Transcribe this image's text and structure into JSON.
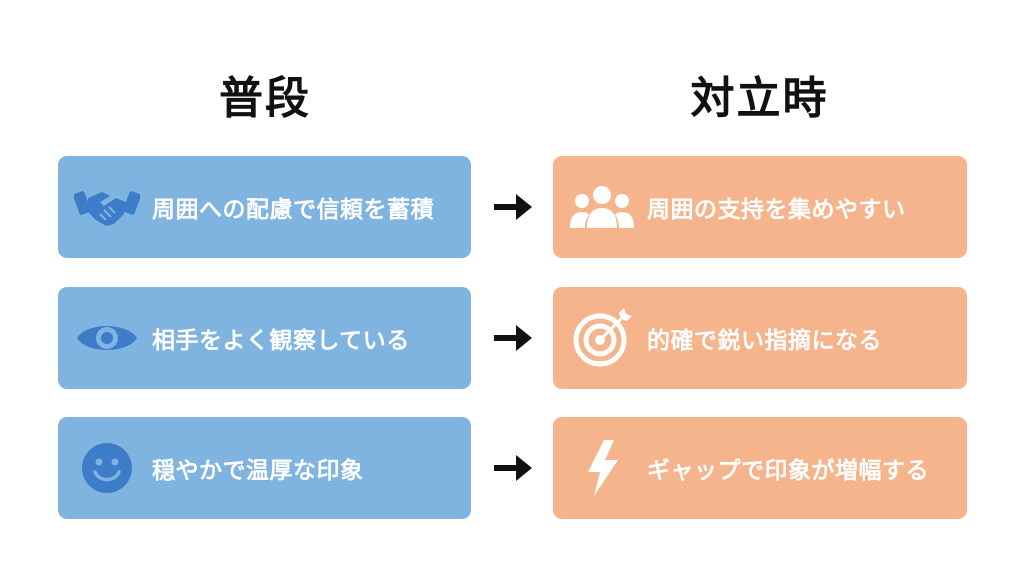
{
  "headings": {
    "left": "普段",
    "right": "対立時"
  },
  "rows": [
    {
      "left": {
        "icon": "handshake-icon",
        "label": "周囲への配慮で信頼を蓄積"
      },
      "right": {
        "icon": "people-group-icon",
        "label": "周囲の支持を集めやすい"
      }
    },
    {
      "left": {
        "icon": "eye-icon",
        "label": "相手をよく観察している"
      },
      "right": {
        "icon": "target-icon",
        "label": "的確で鋭い指摘になる"
      }
    },
    {
      "left": {
        "icon": "smile-icon",
        "label": "穏やかで温厚な印象"
      },
      "right": {
        "icon": "lightning-icon",
        "label": "ギャップで印象が増幅する"
      }
    }
  ],
  "colors": {
    "left_card": "#7fb3e0",
    "right_card": "#f6b48c",
    "left_icon": "#3d7cc9",
    "right_icon": "#ffffff",
    "arrow": "#111111"
  }
}
